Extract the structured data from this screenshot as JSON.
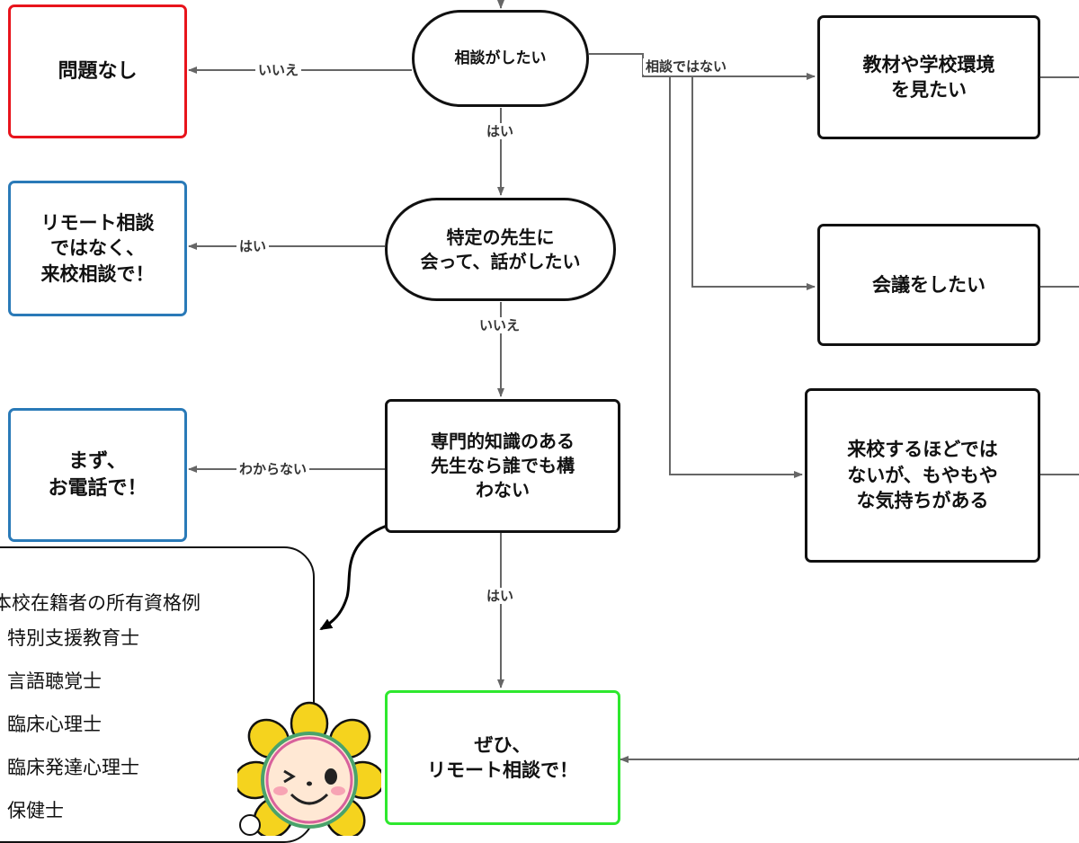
{
  "nodes": {
    "start": "相談がしたい",
    "no_problem": "問題なし",
    "specific_teacher": "特定の先生に\n会って、話がしたい",
    "visit_consult": "リモート相談\nではなく、\n来校相談で！",
    "expert_any": "専門的知識のある\n先生なら誰でも構\nわない",
    "phone_first": "まず、\nお電話で！",
    "remote_consult": "ぜひ、\nリモート相談で！",
    "materials": "教材や学校環境\nを見たい",
    "meeting": "会議をしたい",
    "vague_feeling": "来校するほどでは\nないが、もやもや\nな気持ちがある"
  },
  "edges": {
    "start_to_no_problem": "いいえ",
    "start_to_specific": "はい",
    "start_to_other": "相談ではない",
    "specific_to_visit": "はい",
    "specific_to_expert": "いいえ",
    "expert_to_phone": "わからない",
    "expert_to_remote": "はい"
  },
  "note": {
    "title": "本校在籍者の所有資格例",
    "items": [
      "特別支援教育士",
      "言語聴覚士",
      "臨床心理士",
      "臨床発達心理士",
      "保健士"
    ]
  },
  "colors": {
    "line": "#666666",
    "box_border": "#111111",
    "no_problem_border": "#e8141c",
    "blue_border": "#2a7ab8",
    "remote_border": "#2ee82e"
  }
}
